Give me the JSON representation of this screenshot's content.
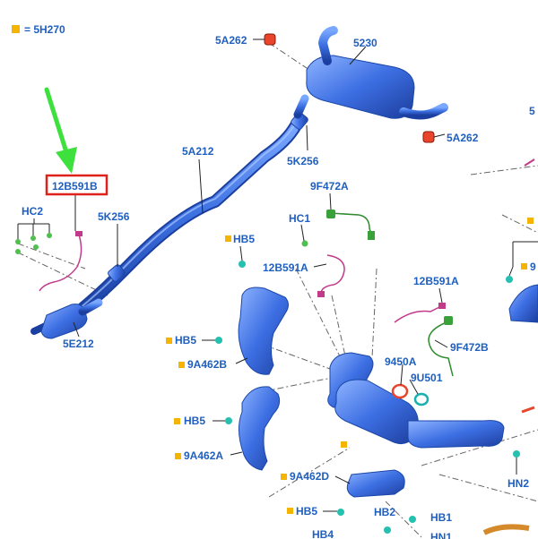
{
  "legend": {
    "text": "= 5H270",
    "color": "#f4b400"
  },
  "labels": [
    "HB5",
    "HB5",
    "HB5",
    "HB5",
    "",
    "5A262",
    "5230",
    "5A262",
    "5K256",
    "5A212",
    "5K256",
    "12B591B",
    "HC2",
    "5E212",
    "9F472A",
    "HC1",
    "12B591A",
    "12B591A",
    "9F472B",
    "9450A",
    "9U501",
    "9A462B",
    "9A462A",
    "9A462D",
    "HB2",
    "HB1",
    "HB4",
    "HN1",
    "HN2",
    "5",
    "9"
  ],
  "colors": {
    "label_text": "#1f5fbf",
    "part_blue": "#3b6fe0",
    "highlight_box": "#e0201a",
    "arrow": "#3ee03e",
    "sensor_pink": "#c23a8a",
    "sensor_green": "#3aa03a",
    "hanger_red": "#e8452c",
    "bolt_teal": "#25c0b0"
  },
  "icons": {
    "indicator": "green-arrow-icon",
    "marker": "orange-square-icon"
  }
}
